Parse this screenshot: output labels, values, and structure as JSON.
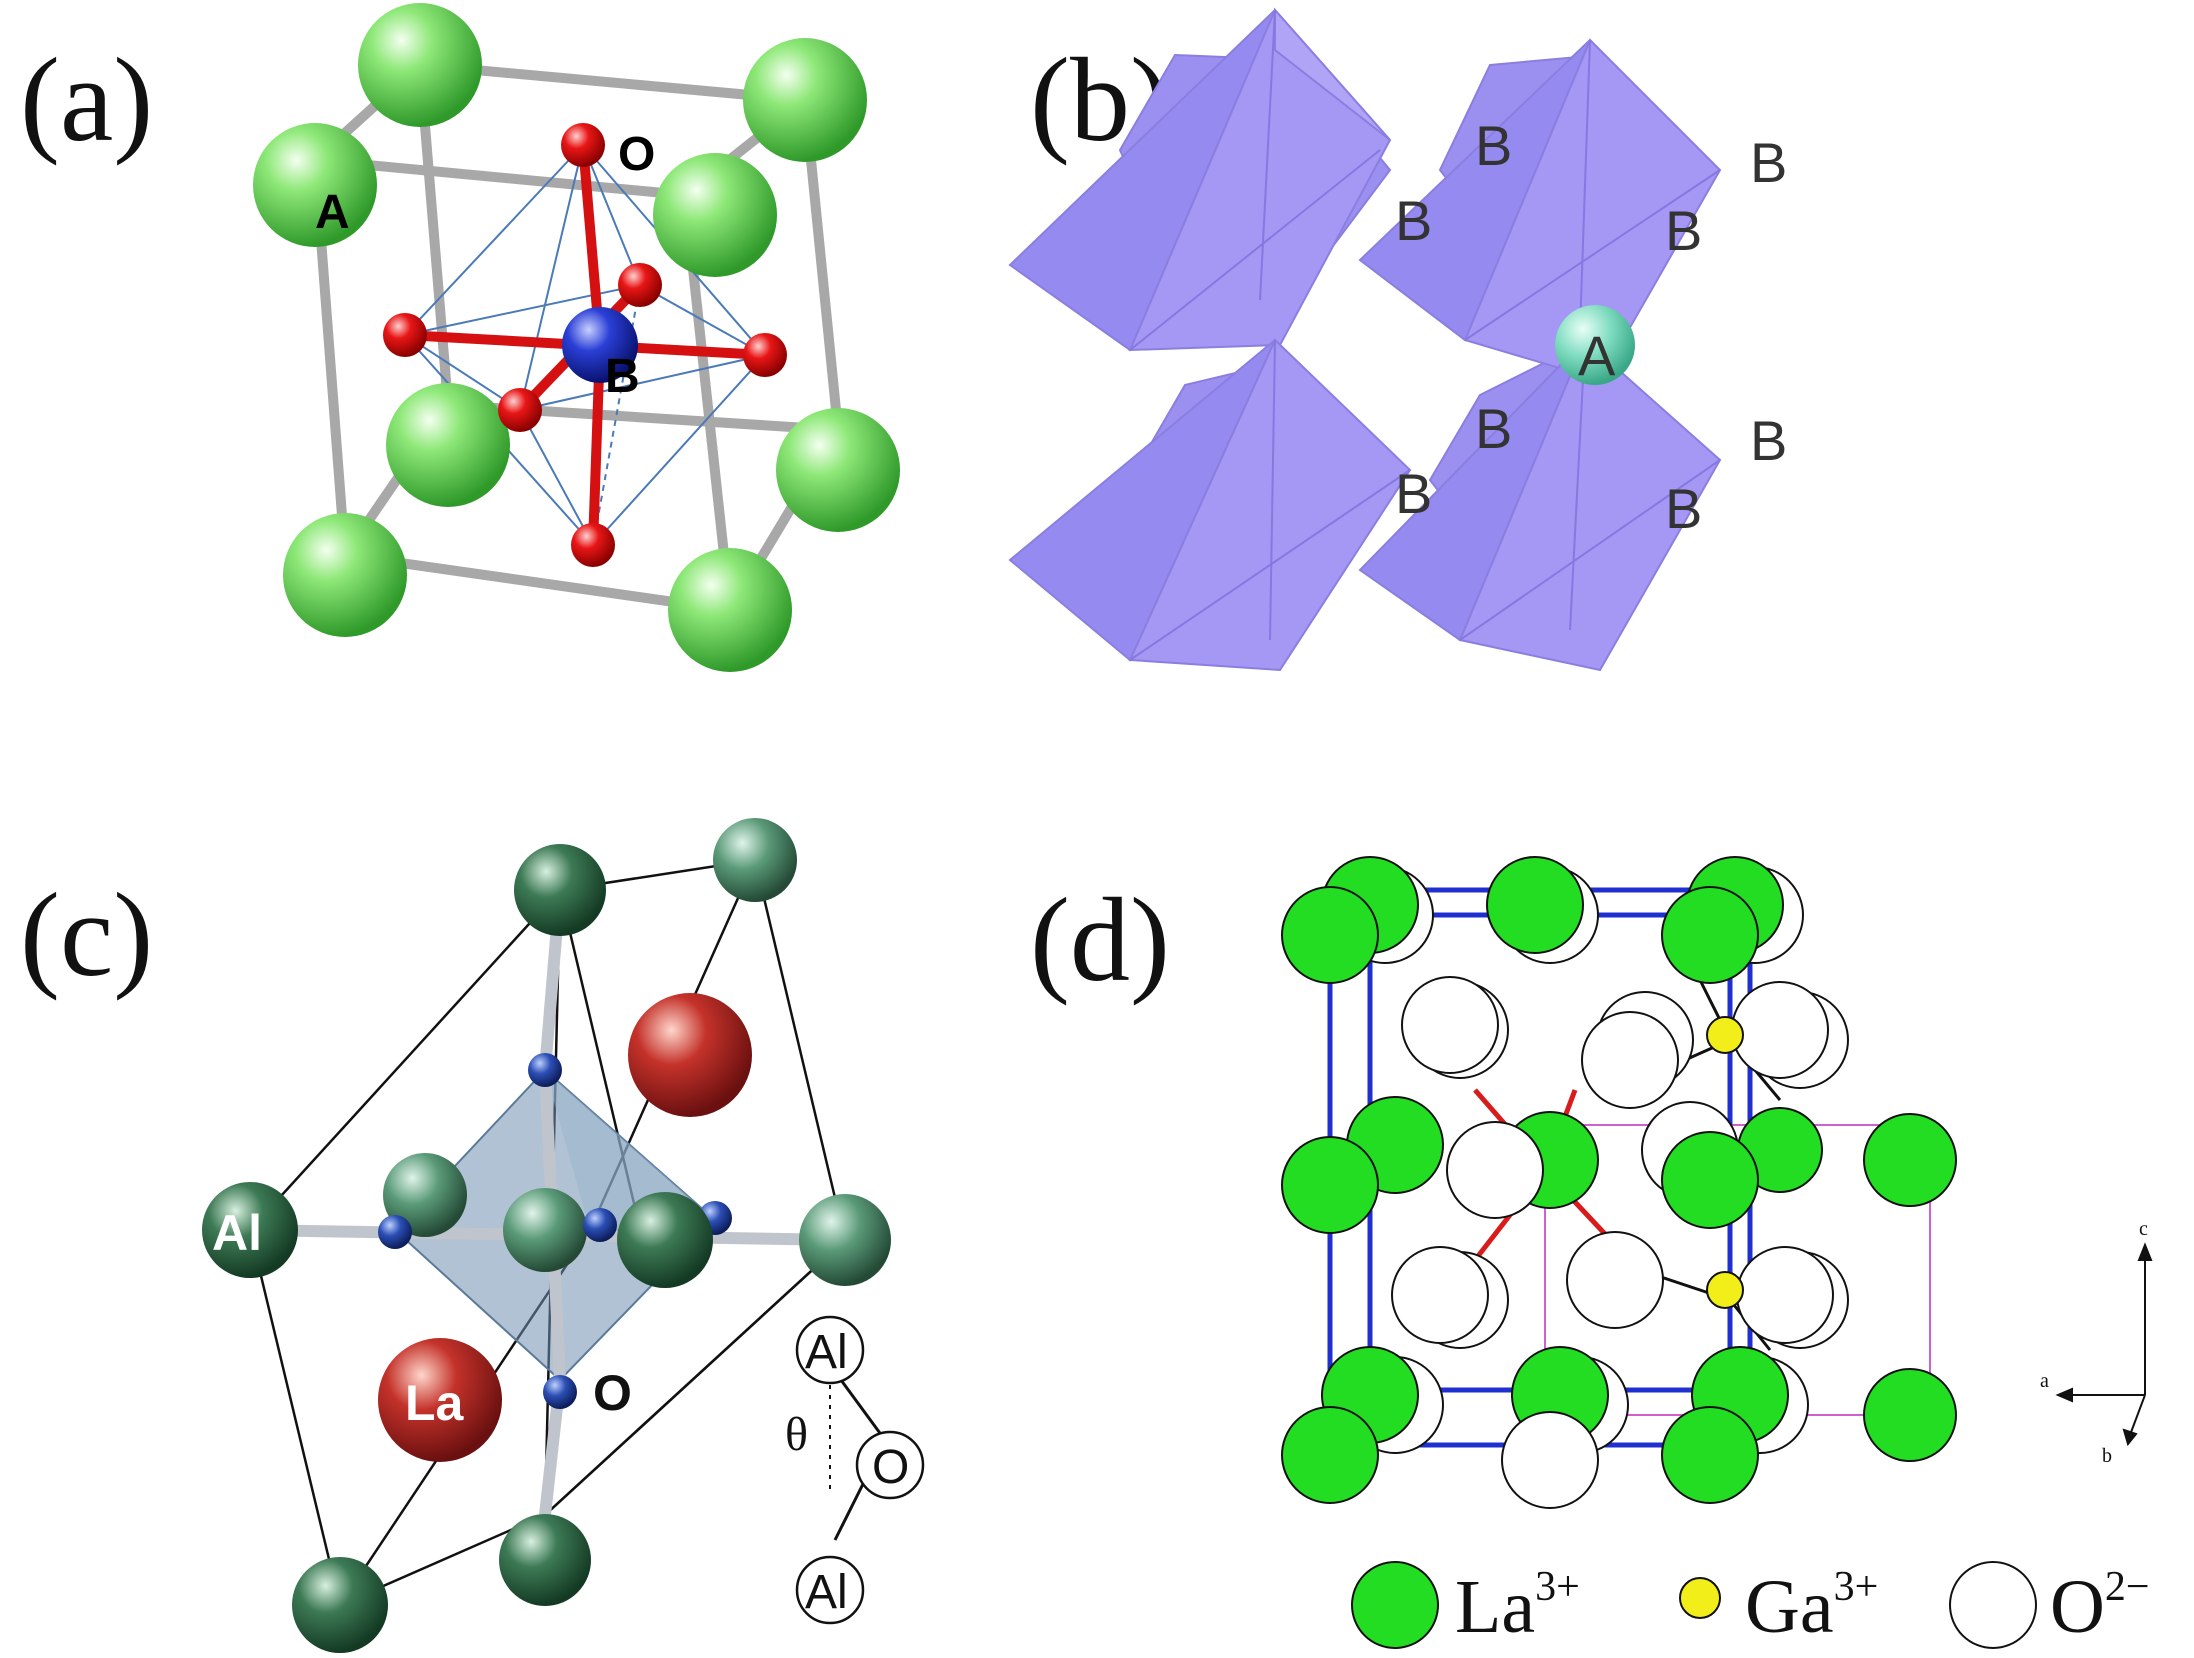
{
  "panels": {
    "a": {
      "label": "(a)",
      "atom_A": "A",
      "atom_B": "B",
      "atom_O": "O"
    },
    "b": {
      "label": "(b)",
      "site_B": "B",
      "site_A": "A"
    },
    "c": {
      "label": "(c)",
      "atom_Al": "Al",
      "atom_La": "La",
      "atom_O": "O",
      "inset": {
        "top": "Al",
        "angle": "θ",
        "middle": "O",
        "bottom": "Al"
      }
    },
    "d": {
      "label": "(d)",
      "axes": {
        "c": "c",
        "a": "a",
        "b": "b"
      },
      "legend": [
        {
          "ion": "La",
          "charge": "3+",
          "color": "#22dd22"
        },
        {
          "ion": "Ga",
          "charge": "3+",
          "color": "#f2ee1a"
        },
        {
          "ion": "O",
          "charge": "2−",
          "color": "#ffffff"
        }
      ]
    }
  },
  "colors": {
    "a_site_green": "#7ee06a",
    "b_site_blue": "#2a3fd6",
    "oxygen_red": "#e01010",
    "octahedron_violet": "#9b8ff0",
    "a_site_teal": "#7fdcc0",
    "al_dark_green": "#3d7a55",
    "la_red": "#c4322a",
    "o_blue": "#2c4fb5",
    "cell_blue": "#1f2fd0",
    "cell_magenta": "#d060d0",
    "bond_red": "#d81c1c"
  }
}
